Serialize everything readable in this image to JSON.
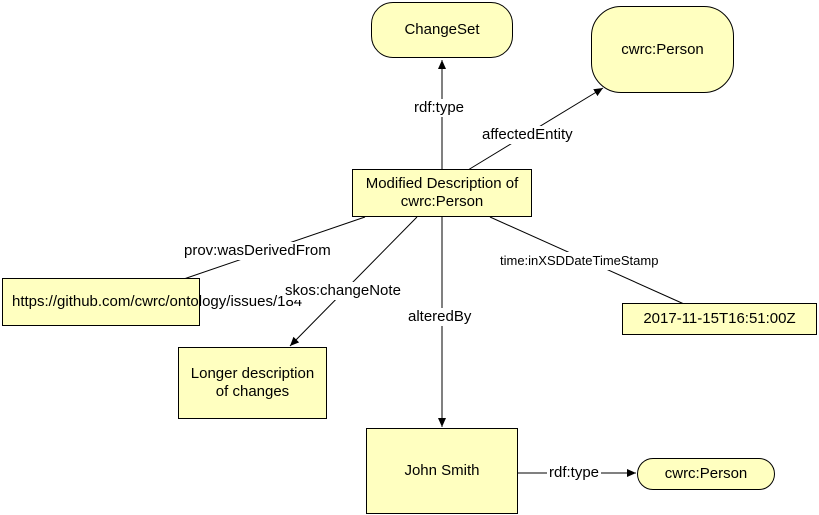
{
  "nodes": {
    "changeset": "ChangeSet",
    "person_top": "cwrc:Person",
    "modified": "Modified Description of cwrc:Person",
    "github": "https://github.com/cwrc/ontology/issues/184",
    "timestamp": "2017-11-15T16:51:00Z",
    "longer": "Longer description of changes",
    "john": "John Smith",
    "person_bottom": "cwrc:Person"
  },
  "edges": {
    "rdf_type_top": "rdf:type",
    "affected_entity": "affectedEntity",
    "was_derived_from": "prov:wasDerivedFrom",
    "change_note": "skos:changeNote",
    "altered_by": "alteredBy",
    "timestamp_prop": "time:inXSDDateTimeStamp",
    "rdf_type_bottom": "rdf:type"
  }
}
